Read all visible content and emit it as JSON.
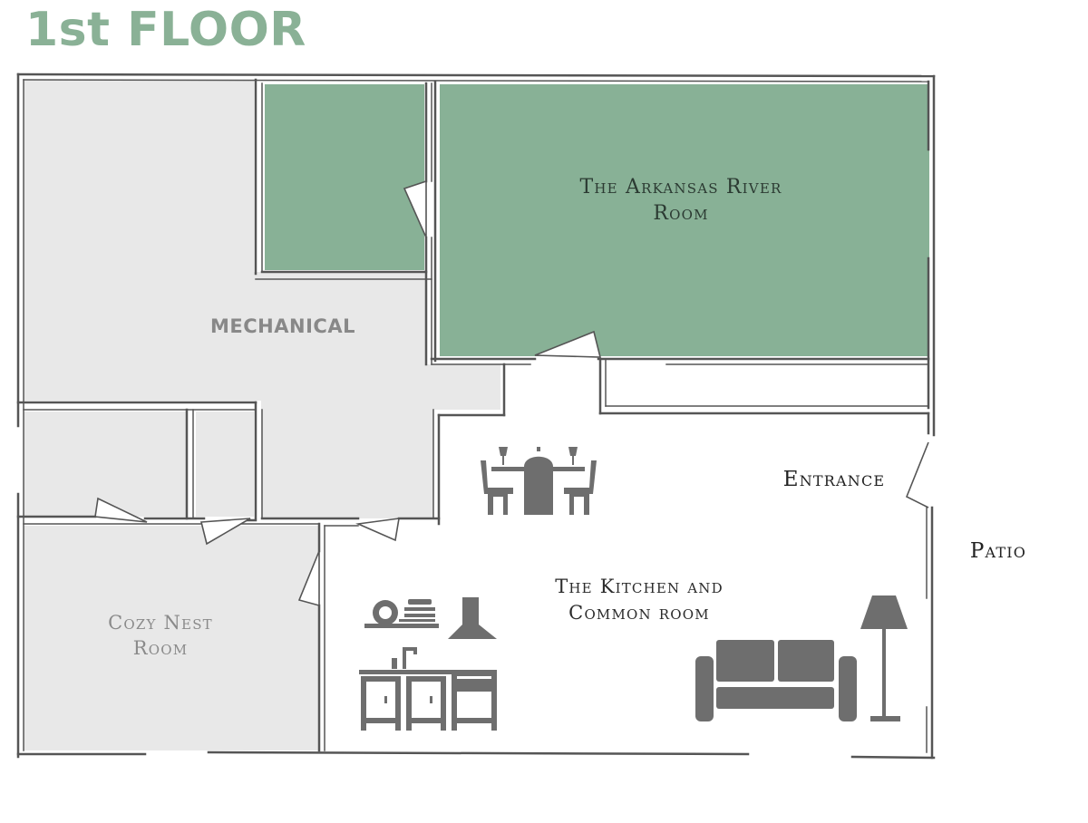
{
  "title": "1st FLOOR",
  "colors": {
    "title": "#8ab196",
    "featured_room": "#88b196",
    "other_room": "#e8e8e8",
    "open_room": "#ffffff",
    "walls": "#555555",
    "furniture_icons": "#6e6e6e",
    "label_dark": "#2b3a32",
    "label_grey": "#888888"
  },
  "rooms": {
    "arkansas_river": {
      "line1": "The Arkansas River",
      "line2": "Room"
    },
    "mechanical": {
      "label": "MECHANICAL"
    },
    "cozy_nest": {
      "line1": "Cozy Nest",
      "line2": "Room"
    },
    "kitchen_common": {
      "line1": "The Kitchen and",
      "line2": "Common room"
    }
  },
  "labels": {
    "entrance": "Entrance",
    "patio": "Patio"
  },
  "icons": [
    "dining-table-icon",
    "dishes-icon",
    "range-hood-icon",
    "kitchen-counter-icon",
    "sofa-icon",
    "floor-lamp-icon"
  ]
}
